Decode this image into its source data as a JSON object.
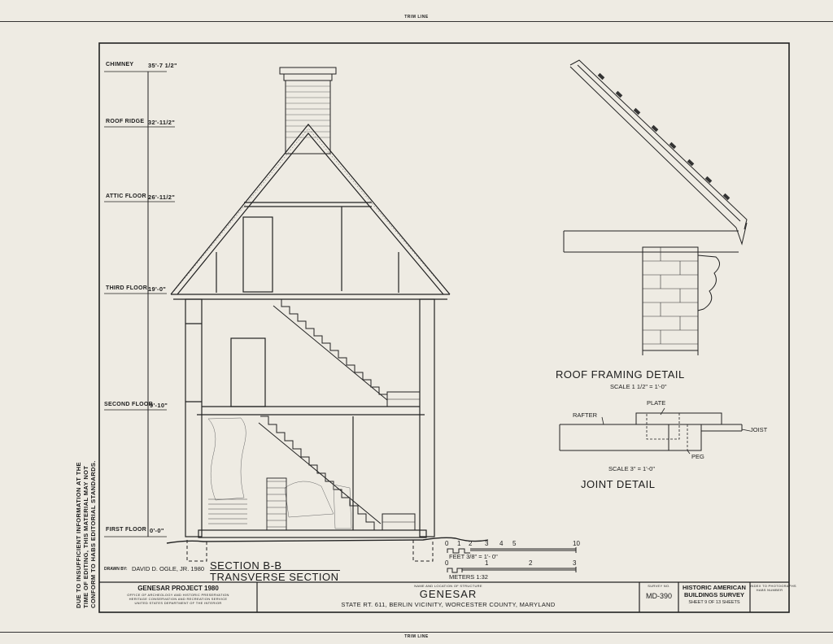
{
  "trim_line_label": "TRIM LINE",
  "side_note": [
    "DUE TO INSUFFICIENT INFORMATION AT THE",
    "TIME OF EDITING, THIS MATERIAL MAY NOT",
    "CONFORM TO HABS EDITORIAL STANDARDS."
  ],
  "levels": [
    {
      "name": "CHIMNEY",
      "value": "35'-7 1/2\""
    },
    {
      "name": "ROOF RIDGE",
      "value": "32'-11/2\""
    },
    {
      "name": "ATTIC FLOOR",
      "value": "26'-11/2\""
    },
    {
      "name": "THIRD FLOOR",
      "value": "19'-0\""
    },
    {
      "name": "SECOND FLOOR",
      "value": "9'-10\""
    },
    {
      "name": "FIRST FLOOR",
      "value": "0'-0\""
    }
  ],
  "roof_detail": {
    "title": "ROOF FRAMING DETAIL",
    "scale": "SCALE 1 1/2\" = 1'-0\""
  },
  "joint_detail": {
    "title": "JOINT DETAIL",
    "scale": "SCALE 3\" = 1'-0\"",
    "labels": {
      "rafter": "RAFTER",
      "plate": "PLATE",
      "joist": "JOIST",
      "peg": "PEG"
    }
  },
  "scale_bars": {
    "feet_ticks": [
      "0",
      "1",
      "2",
      "3",
      "4",
      "5",
      "10"
    ],
    "feet_label": "FEET  3/8\" = 1'- 0\"",
    "meter_ticks": [
      "0",
      "1",
      "2",
      "3"
    ],
    "meter_label": "METERS  1:32"
  },
  "section": {
    "title": "SECTION B-B",
    "subtitle": "TRANSVERSE SECTION"
  },
  "drawn_by": {
    "label": "DRAWN BY:",
    "name": "DAVID D. OGLE, JR. 1980"
  },
  "title_block": {
    "project": "GENESAR PROJECT  1980",
    "office_lines": [
      "OFFICE OF ARCHEOLOGY AND HISTORIC PRESERVATION",
      "HERITAGE CONSERVATION AND RECREATION SERVICE",
      "UNITED STATES DEPARTMENT OF THE INTERIOR"
    ],
    "structure_label": "NAME AND LOCATION OF STRUCTURE",
    "structure_name": "GENESAR",
    "location": "STATE RT. 611, BERLIN VICINITY, WORCESTER COUNTY, MARYLAND",
    "survey_label": "SURVEY NO.",
    "survey_no": "MD-390",
    "agency_lines": [
      "HISTORIC AMERICAN",
      "BUILDINGS SURVEY"
    ],
    "sheet": "SHEET 9   OF 13   SHEETS",
    "index_lines": [
      "INDEX TO PHOTOGRAPHS",
      "HABS NUMBER"
    ]
  }
}
